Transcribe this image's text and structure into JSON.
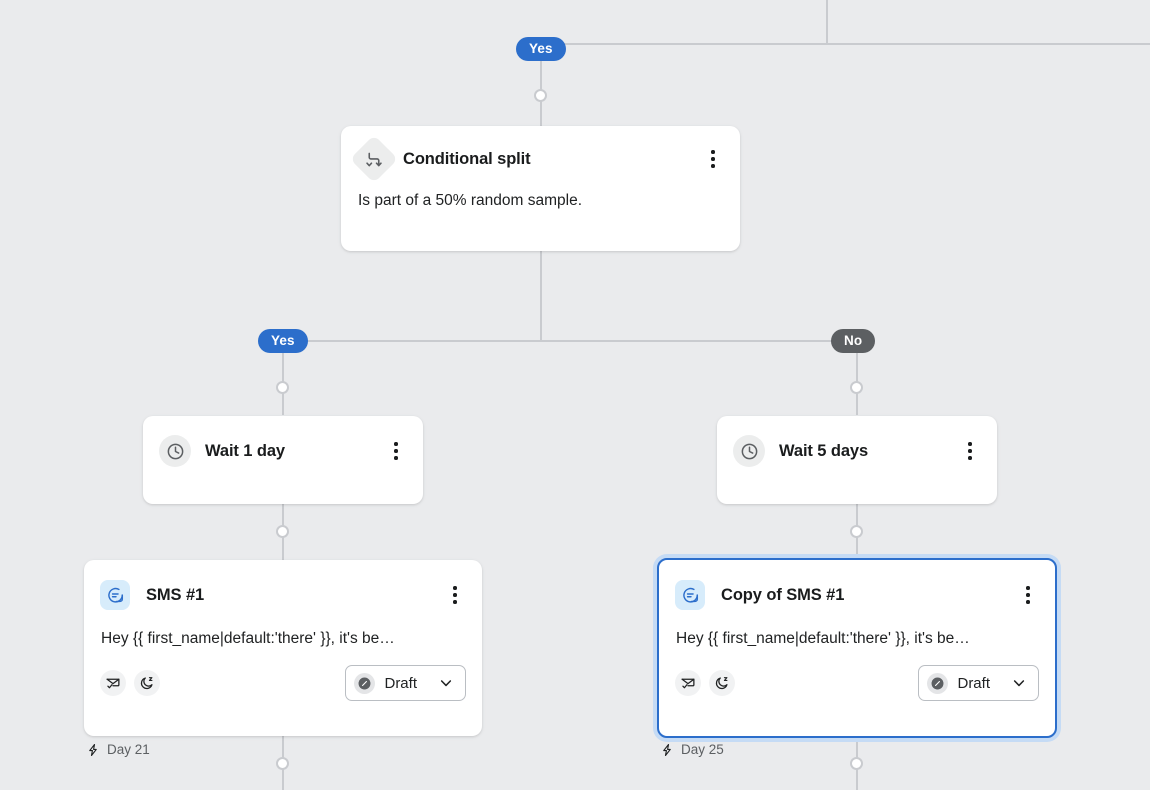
{
  "canvas": {
    "background_color": "#eaebed",
    "connector_color": "#c9cbcf"
  },
  "branch_labels": {
    "top_yes": "Yes",
    "left_yes": "Yes",
    "right_no": "No"
  },
  "colors": {
    "yes_badge": "#2c6ecb",
    "no_badge": "#5c5f62",
    "selected_border": "#2c6ecb",
    "sms_icon_bg": "#d7ecfb",
    "sms_icon_fg": "#2c6ecb"
  },
  "nodes": {
    "conditional_split": {
      "icon": "split-branch-icon",
      "title": "Conditional split",
      "body": "Is part of a 50% random sample.",
      "menu_icon": "kebab-menu-icon"
    },
    "wait_left": {
      "icon": "clock-icon",
      "title": "Wait 1 day",
      "menu_icon": "kebab-menu-icon"
    },
    "wait_right": {
      "icon": "clock-icon",
      "title": "Wait 5 days",
      "menu_icon": "kebab-menu-icon"
    },
    "sms_left": {
      "icon": "chat-bubble-icon",
      "title": "SMS #1",
      "preview": "Hey {{ first_name|default:'there' }}, it's be…",
      "menu_icon": "kebab-menu-icon",
      "foot_icons": [
        "envelope-check-icon",
        "moon-quiet-hours-icon"
      ],
      "status": {
        "icon": "pencil-draft-icon",
        "label": "Draft",
        "chevron": "chevron-down-icon"
      },
      "day_label": "Day 21",
      "day_icon": "lightning-bolt-icon",
      "selected": false
    },
    "sms_right": {
      "icon": "chat-bubble-icon",
      "title": "Copy of SMS #1",
      "preview": "Hey {{ first_name|default:'there' }}, it's be…",
      "menu_icon": "kebab-menu-icon",
      "foot_icons": [
        "envelope-check-icon",
        "moon-quiet-hours-icon"
      ],
      "status": {
        "icon": "pencil-draft-icon",
        "label": "Draft",
        "chevron": "chevron-down-icon"
      },
      "day_label": "Day 25",
      "day_icon": "lightning-bolt-icon",
      "selected": true
    }
  }
}
